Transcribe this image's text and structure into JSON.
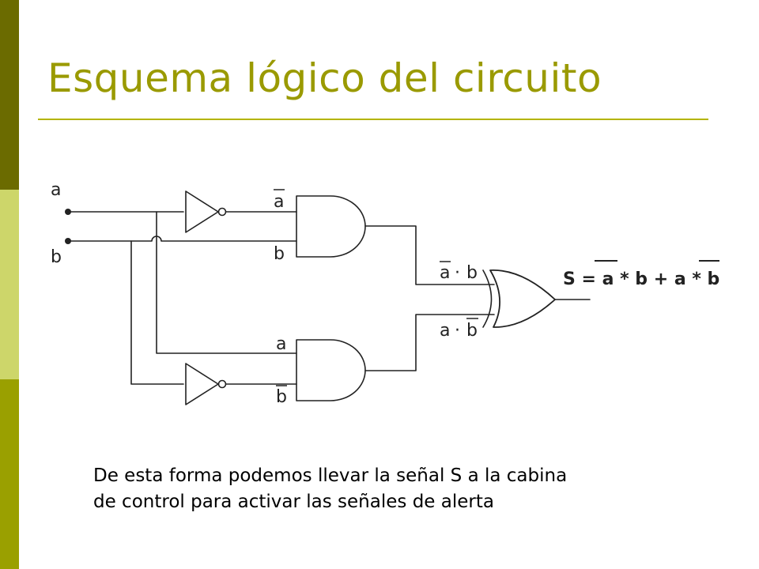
{
  "slide": {
    "title": "Esquema lógico del circuito",
    "body_lines": [
      "De esta forma podemos llevar la señal S a la cabina",
      "de control para activar las señales de alerta"
    ]
  },
  "diagram": {
    "input_a": "a",
    "input_b": "b",
    "gate1_in_top": "a",
    "gate1_in_bottom": "b",
    "gate2_in_top": "a",
    "gate2_in_bottom": "b",
    "term1": {
      "left": "a",
      "dot": "·",
      "right": "b"
    },
    "term2": {
      "left": "a",
      "dot": "·",
      "right": "b"
    },
    "formula": {
      "lhs": "S = ",
      "t1_left": "a",
      "op1": " * ",
      "t1_right": "b",
      "plus": " + ",
      "t2_left": "a",
      "op2": " * ",
      "t2_right": "b"
    }
  }
}
